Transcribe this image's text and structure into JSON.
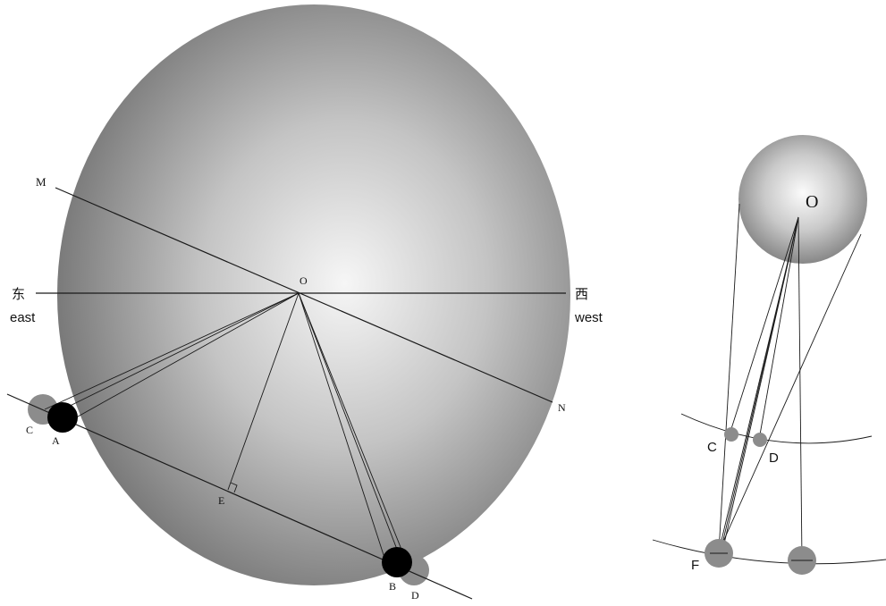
{
  "left_diagram": {
    "labels": {
      "M": "M",
      "O": "O",
      "N": "N",
      "A": "A",
      "B": "B",
      "C": "C",
      "D": "D",
      "E": "E",
      "east_cn": "东",
      "east_en": "east",
      "west_cn": "西",
      "west_en": "west"
    }
  },
  "right_diagram": {
    "labels": {
      "O": "O",
      "C": "C",
      "D": "D",
      "F": "F"
    }
  },
  "colors": {
    "sphere_light": "#f4f4f4",
    "sphere_dark": "#6a6a6a",
    "disk_black": "#000000",
    "disk_gray": "#8c8c8c",
    "line": "#1a1a1a"
  }
}
